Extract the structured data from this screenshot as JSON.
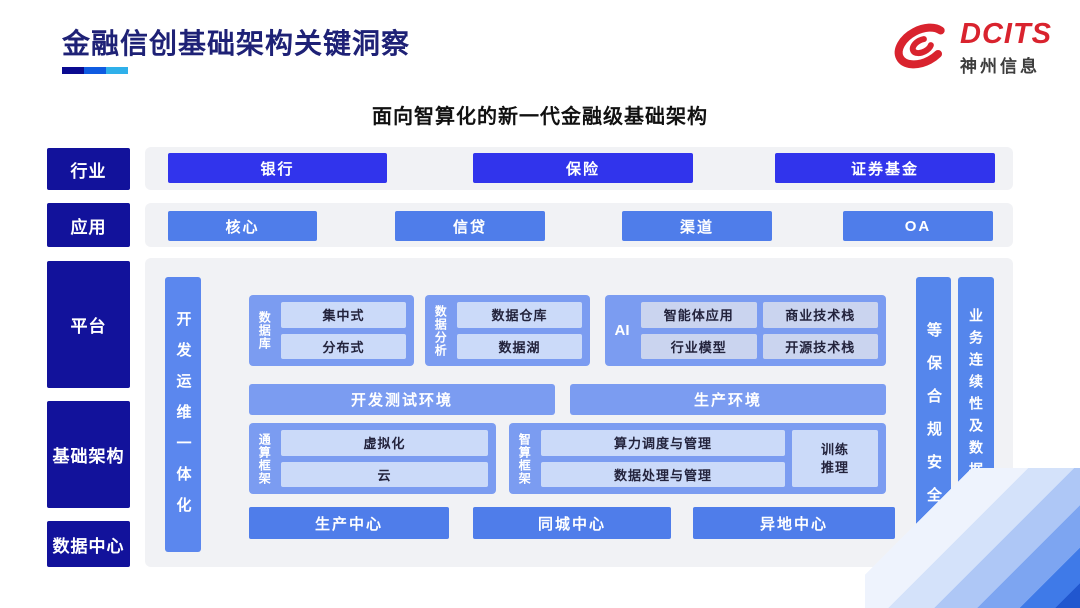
{
  "page": {
    "title": "金融信创基础架构关键洞察",
    "subtitle": "面向智算化的新一代金融级基础架构"
  },
  "logo": {
    "name": "DCITS",
    "company": "神州信息"
  },
  "layers": {
    "industry": {
      "label": "行业",
      "items": [
        "银行",
        "保险",
        "证券基金"
      ]
    },
    "application": {
      "label": "应用",
      "items": [
        "核心",
        "信贷",
        "渠道",
        "OA"
      ]
    },
    "platform": {
      "label": "平台"
    },
    "infrastructure": {
      "label": "基础架构"
    },
    "datacenter": {
      "label": "数据中心",
      "items": [
        "生产中心",
        "同城中心",
        "异地中心"
      ]
    }
  },
  "platform": {
    "devops_bar": "开发运维一体化",
    "database": {
      "label": "数据库",
      "items": [
        "集中式",
        "分布式"
      ]
    },
    "analytics": {
      "label": "数据分析",
      "items": [
        "数据仓库",
        "数据湖"
      ]
    },
    "ai": {
      "label": "AI",
      "items": [
        "智能体应用",
        "商业技术栈",
        "行业模型",
        "开源技术栈"
      ]
    },
    "environments": [
      "开发测试环境",
      "生产环境"
    ],
    "general_compute": {
      "label": "通算框架",
      "items": [
        "虚拟化",
        "云"
      ]
    },
    "ai_compute": {
      "label": "智算框架",
      "items": [
        "算力调度与管理",
        "数据处理与管理"
      ],
      "side_item": "训练\n推理"
    }
  },
  "security_bars": [
    "等保合规安全",
    "业务连续性及数据保护"
  ],
  "colors": {
    "navy_label": "#12129b",
    "bright_blue": "#3134ec",
    "medium_blue": "#4f7dea",
    "band_blue": "#7b9cf1",
    "side_bar_blue": "#5b87ee",
    "chip_light": "#cbdaf9",
    "panel_gray": "#f1f2f5",
    "logo_red": "#d9232e",
    "underline": [
      "#0a0a90",
      "#0f5be1",
      "#2fb0ea"
    ]
  }
}
